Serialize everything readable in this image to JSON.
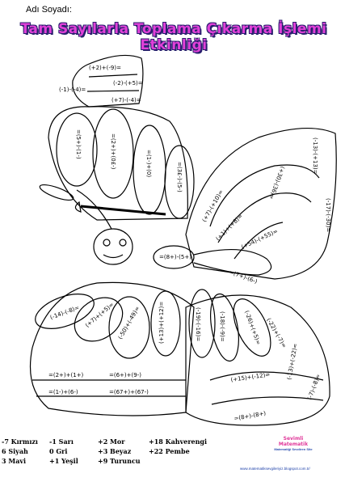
{
  "header": {
    "name_label": "Adı Soyadı:",
    "title": "Tam Sayılarla Toplama Çıkarma İşlemi Etkinliği"
  },
  "expressions": {
    "e1": "(+2)+(-9)=",
    "e2": "(-1)-(-4)=",
    "e3": "(-2)-(+5)=",
    "e4": "(+7)-(-4)=",
    "e5": "=(5+)-(1-)",
    "e6": "=(2+)+(0£-)",
    "e7": "=(1-)+(0)",
    "e8": "=(3£-)-(5-)",
    "e9": "(-13)-(+13)=",
    "e10": "(+30)-(36)=",
    "e11": "(-17)-(-30)=",
    "e12": "(+7)-(+10)=",
    "e13": "(+1)+(+8)=",
    "e14": "(+54)-(+55)=",
    "e15": "=(7+)-(6-)",
    "e16": "=(8+)-(5+)",
    "e17": "(-14)-(-8)=",
    "e18": "(+7)+(+5)=",
    "e19": "(-50)+(-49)=",
    "e20": "(+13)+(+12)=",
    "e21": "(-19)-(-16)=",
    "e22": "(-18)-(-9)=",
    "e23": "(-26)+(+5)=",
    "e24": "(-22)+(-7)=",
    "e25": "=(2+)+(1+)",
    "e26": "=(6+)+(9-)",
    "e27": "=(1-)+(6-)",
    "e28": "=(67+)+(67-)",
    "e29": "(+15)+(-12)=",
    "e30": "(-13)+(-22)=",
    "e31": "(-7)-(-8)=",
    "e32": "=(8+)-(8+)"
  },
  "legend": {
    "items": [
      "-7 Kırmızı",
      "-1 Sarı",
      "+2 Mor",
      "+18 Kahverengi",
      "6 Siyah",
      "0 Gri",
      "+3 Beyaz",
      "+22 Pembe",
      "3 Mavi",
      "+1 Yeşil",
      "+9 Turuncu"
    ]
  },
  "logo": {
    "title": "Sevimli Matematik",
    "subtitle": "Matematiği Sevdiren Site"
  },
  "footer": {
    "url": "www.matematiksevgileriyiz.blogspot.com.tr/"
  },
  "colors": {
    "title_fill": "#e040d8",
    "title_outline": "#2a1f6e",
    "logo_pink": "#e0389a",
    "link_blue": "#1a3ea8"
  }
}
